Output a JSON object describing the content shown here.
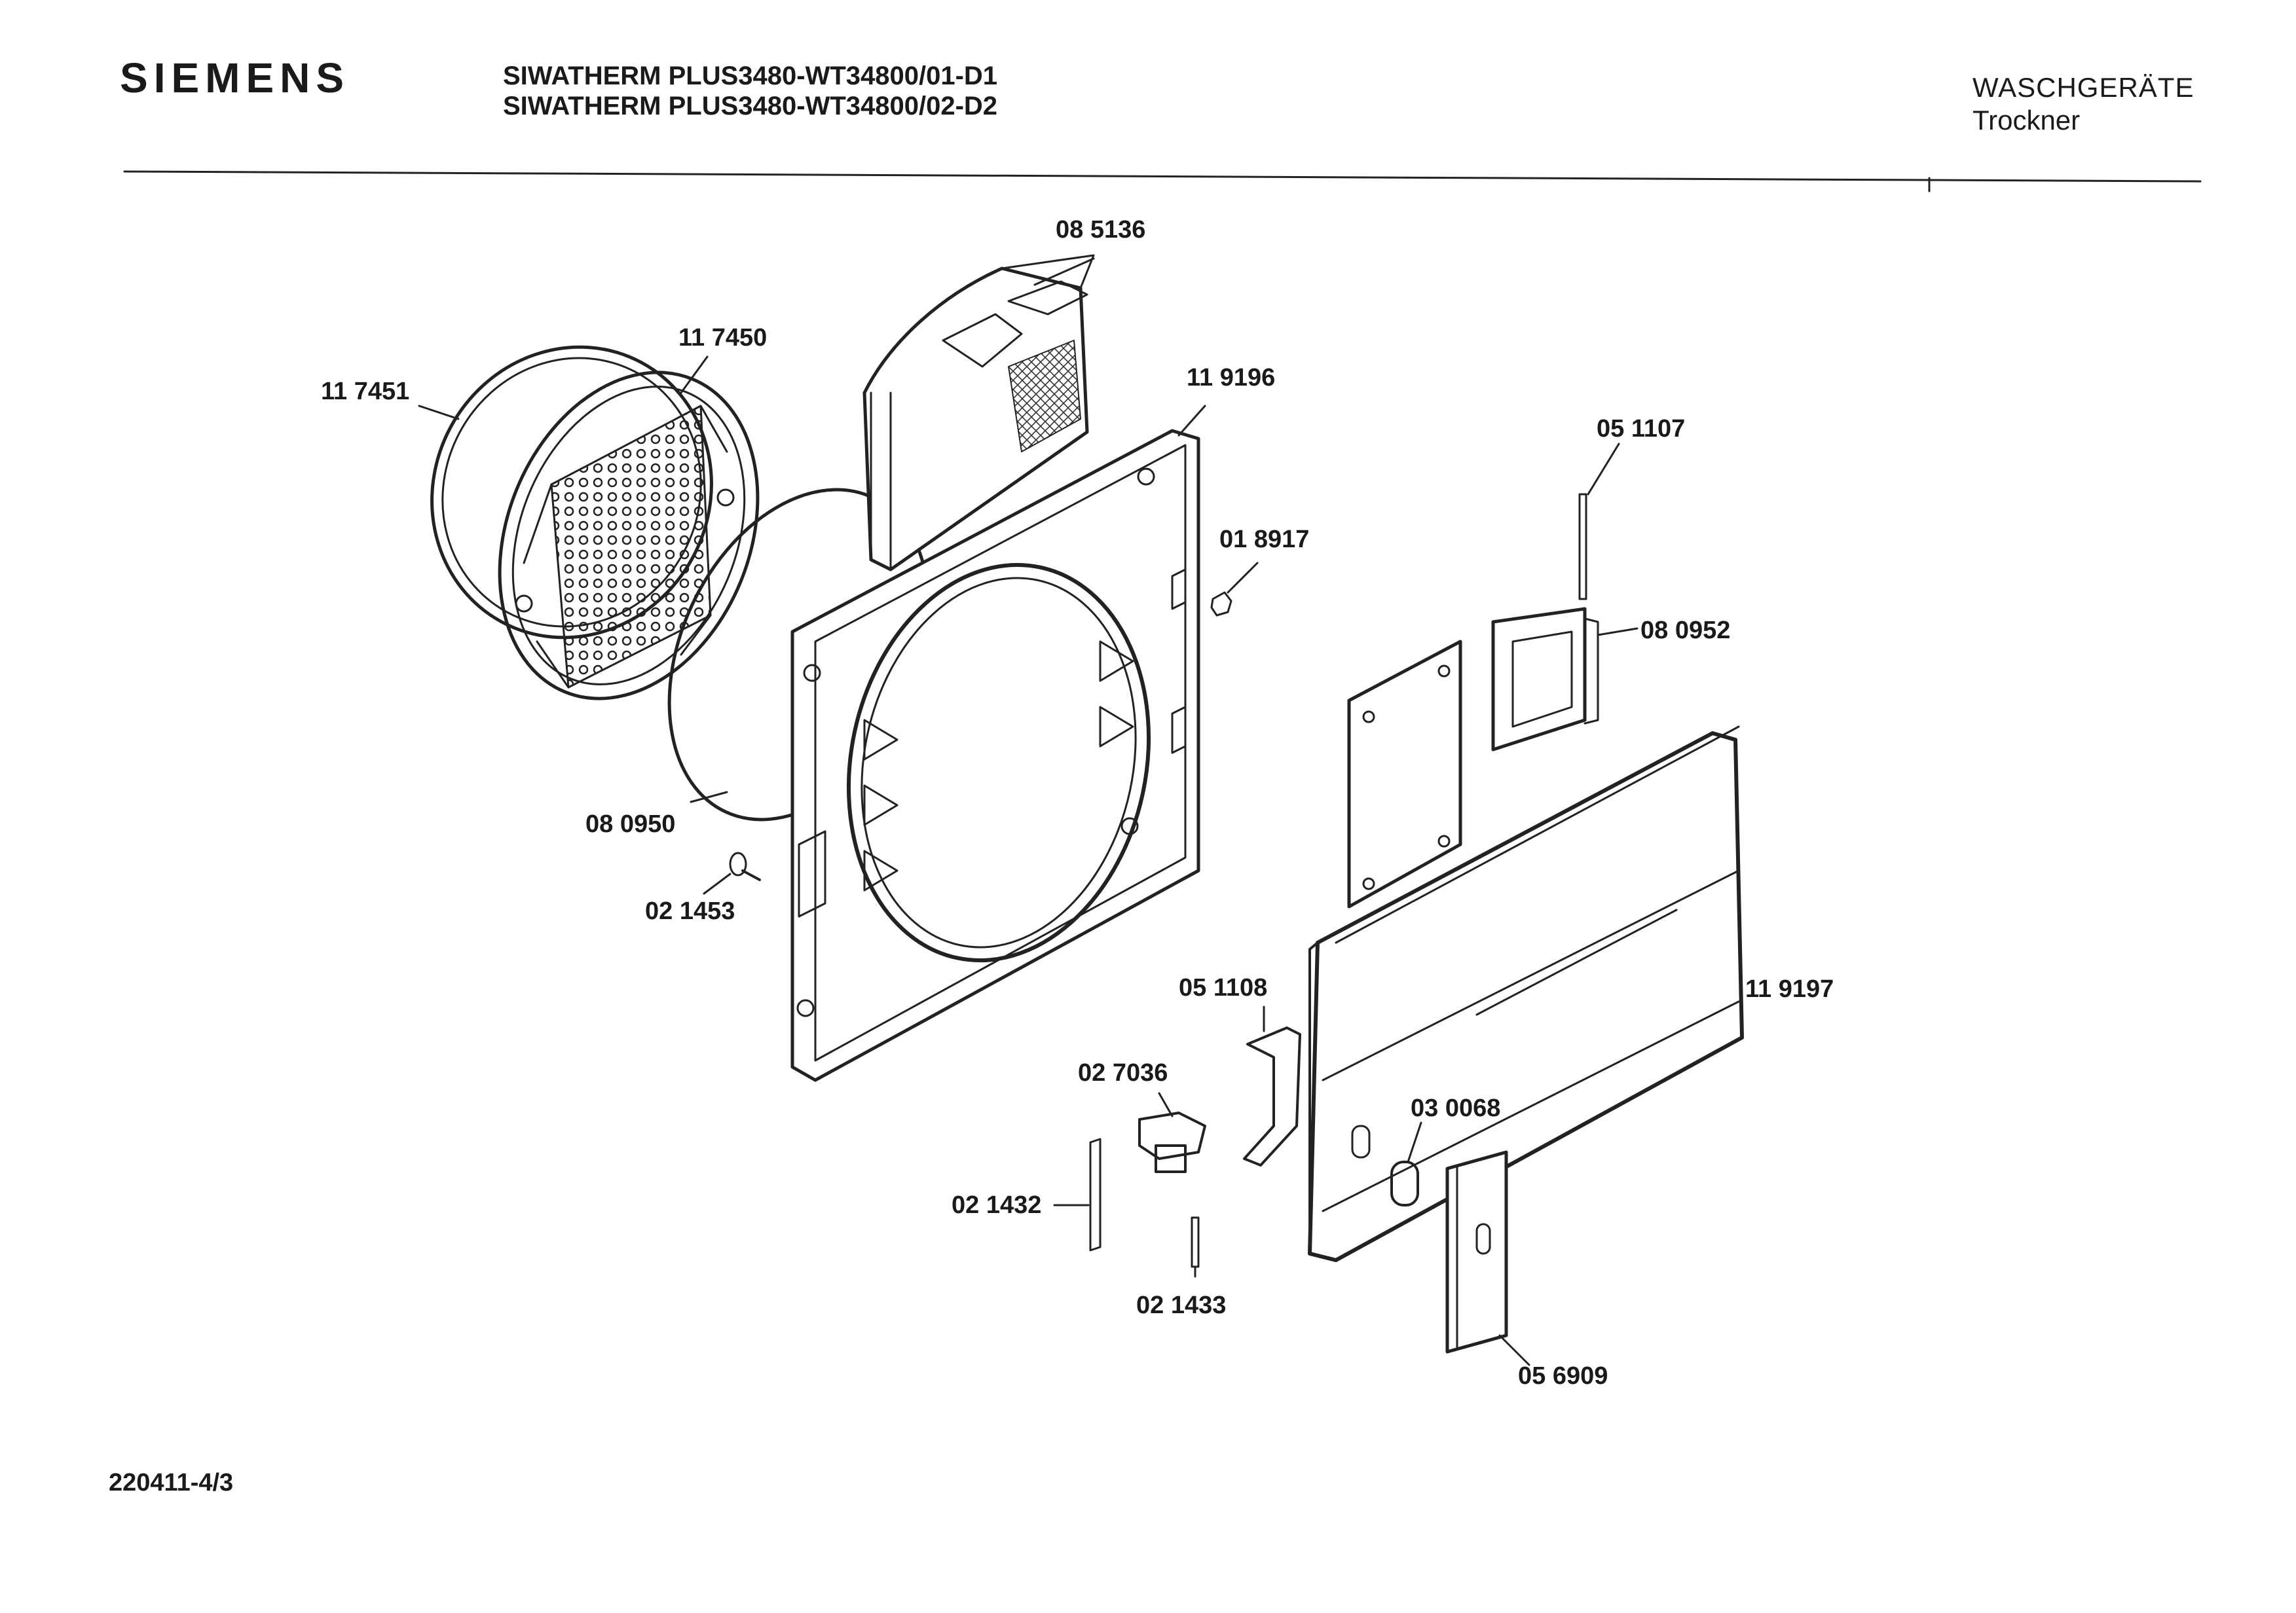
{
  "header": {
    "brand": "SIEMENS",
    "model_line_1": "SIWATHERM PLUS3480-WT34800/01-D1",
    "model_line_2": "SIWATHERM PLUS3480-WT34800/02-D2",
    "category": "WASCHGERÄTE",
    "subcategory": "Trockner"
  },
  "parts": [
    {
      "id": "p1",
      "number": "08 5136",
      "part": "lint-filter"
    },
    {
      "id": "p2",
      "number": "11 7450",
      "part": "door-inner-ring"
    },
    {
      "id": "p3",
      "number": "11 7451",
      "part": "door-seal-ring"
    },
    {
      "id": "p4",
      "number": "11 9196",
      "part": "front-panel"
    },
    {
      "id": "p5",
      "number": "05 1107",
      "part": "pin"
    },
    {
      "id": "p6",
      "number": "01 8917",
      "part": "nut"
    },
    {
      "id": "p7",
      "number": "08 0952",
      "part": "door-lock"
    },
    {
      "id": "p8",
      "number": "08 0950",
      "part": "door-gasket"
    },
    {
      "id": "p9",
      "number": "02 1453",
      "part": "screw"
    },
    {
      "id": "p10",
      "number": "11 9197",
      "part": "cover-panel"
    },
    {
      "id": "p11",
      "number": "05 1108",
      "part": "hinge"
    },
    {
      "id": "p12",
      "number": "02 7036",
      "part": "catch"
    },
    {
      "id": "p13",
      "number": "03 0068",
      "part": "button"
    },
    {
      "id": "p14",
      "number": "02 1432",
      "part": "spring"
    },
    {
      "id": "p15",
      "number": "02 1433",
      "part": "short-pin"
    },
    {
      "id": "p16",
      "number": "05 6909",
      "part": "handle-plate"
    }
  ],
  "footer": {
    "doc_number": "220411-4/3"
  }
}
